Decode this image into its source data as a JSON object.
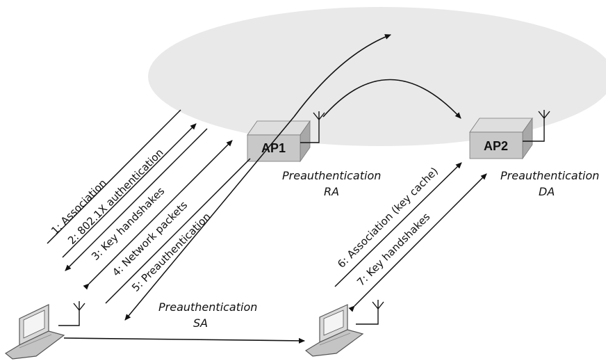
{
  "aps": {
    "ap1": {
      "label": "AP1",
      "role_line1": "Preauthentication",
      "role_line2": "RA"
    },
    "ap2": {
      "label": "AP2",
      "role_line1": "Preauthentication",
      "role_line2": "DA"
    }
  },
  "station": {
    "role_line1": "Preauthentication",
    "role_line2": "SA"
  },
  "steps": [
    "1: Association",
    "2: 802.1X authentication",
    "3: Key handshakes",
    "4: Network packets",
    "5: Preauthentication",
    "6: Association (key cache)",
    "7: Key handshakes"
  ],
  "colors": {
    "ellipse": "#e9e9e9",
    "box_front": "#c8c8c8",
    "box_top": "#dedede",
    "box_side": "#a8a8a8",
    "line": "#111111"
  }
}
